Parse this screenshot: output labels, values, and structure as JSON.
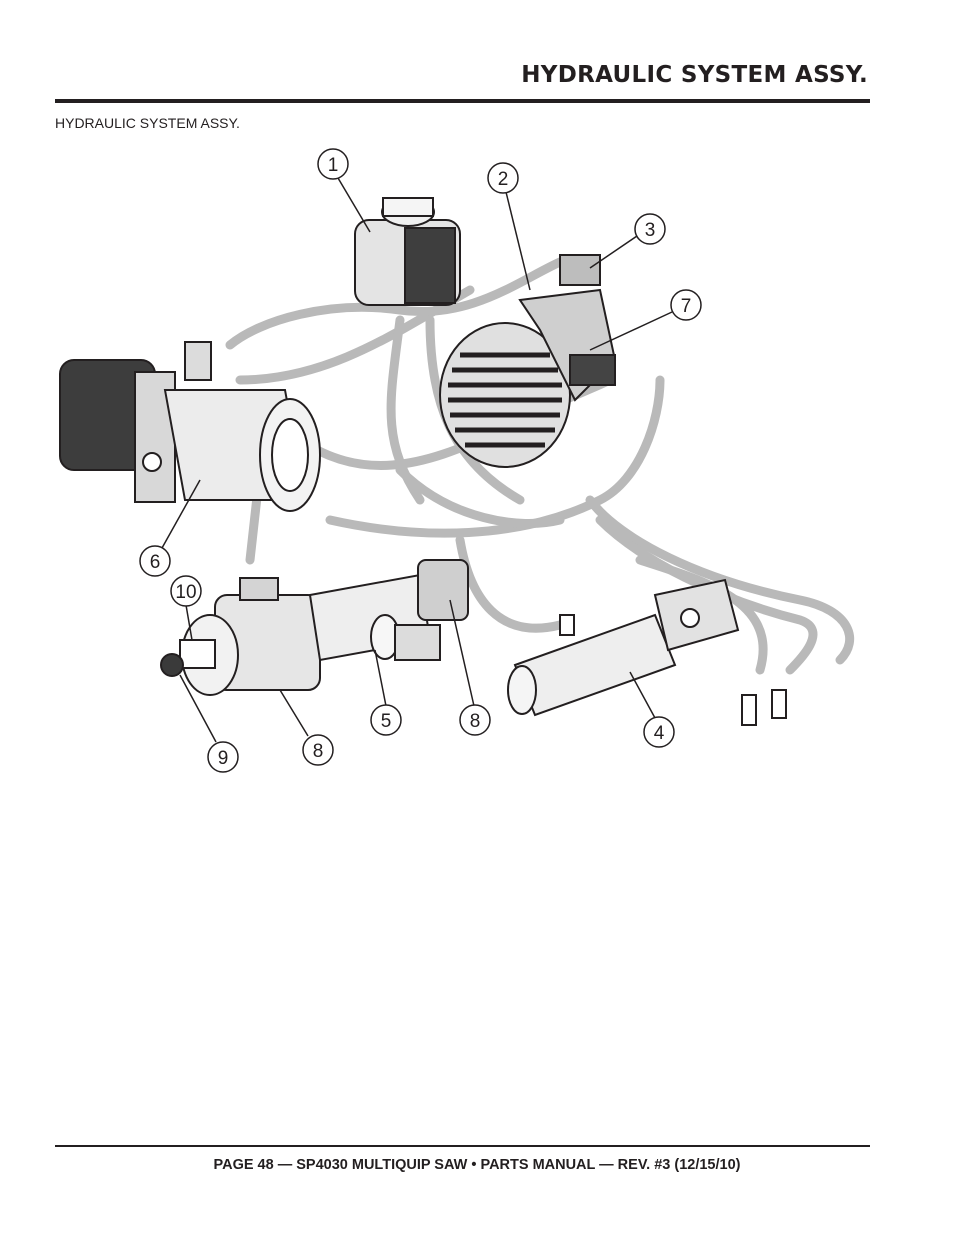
{
  "header": {
    "title": "HYDRAULIC SYSTEM ASSY."
  },
  "section": {
    "label": "HYDRAULIC SYSTEM ASSY."
  },
  "callouts": [
    "1",
    "2",
    "3",
    "4",
    "5",
    "6",
    "7",
    "8",
    "8",
    "9",
    "10"
  ],
  "footer": {
    "text": "PAGE 48 — SP4030 MULTIQUIP SAW • PARTS MANUAL — REV. #3 (12/15/10)"
  }
}
